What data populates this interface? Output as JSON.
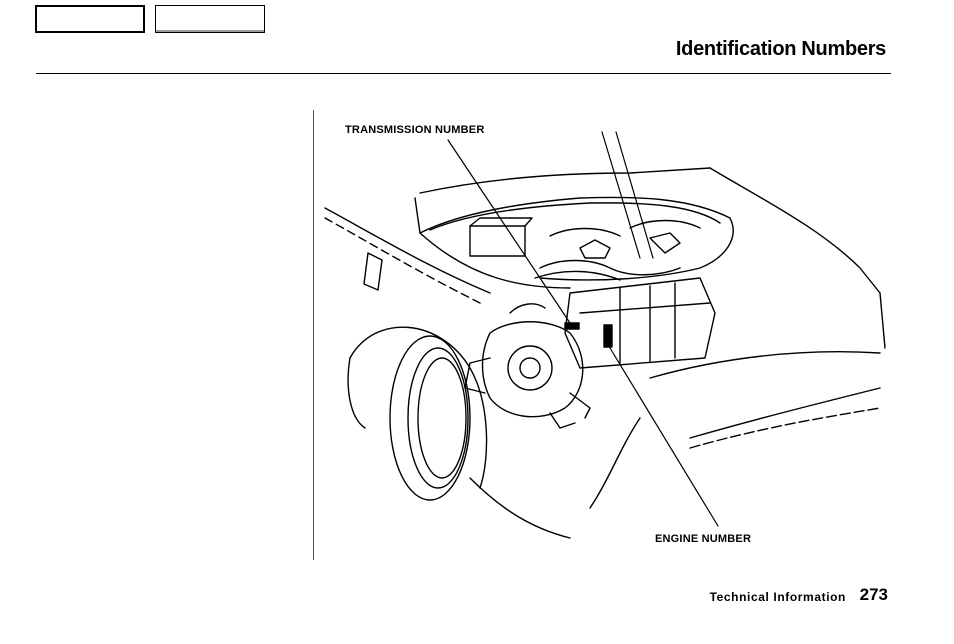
{
  "header": {
    "title": "Identification Numbers"
  },
  "figure": {
    "transmission_label": "TRANSMISSION NUMBER",
    "engine_label": "ENGINE NUMBER"
  },
  "footer": {
    "section": "Technical Information",
    "page_number": "273"
  }
}
